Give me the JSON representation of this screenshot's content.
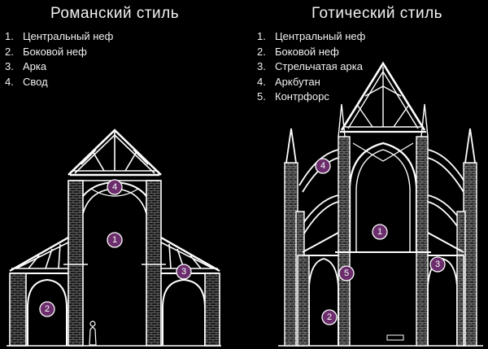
{
  "romanesque": {
    "title": "Романский стиль",
    "legend": [
      {
        "num": "1.",
        "label": "Центральный неф"
      },
      {
        "num": "2.",
        "label": "Боковой неф"
      },
      {
        "num": "3.",
        "label": "Арка"
      },
      {
        "num": "4.",
        "label": "Свод"
      }
    ],
    "callouts": [
      "1",
      "2",
      "3",
      "4"
    ]
  },
  "gothic": {
    "title": "Готический стиль",
    "legend": [
      {
        "num": "1.",
        "label": "Центральный неф"
      },
      {
        "num": "2.",
        "label": "Боковой неф"
      },
      {
        "num": "3.",
        "label": "Стрельчатая арка"
      },
      {
        "num": "4.",
        "label": "Аркбутан"
      },
      {
        "num": "5.",
        "label": "Контрфорс"
      }
    ],
    "callouts": [
      "1",
      "2",
      "3",
      "4",
      "5"
    ]
  },
  "colors": {
    "background": "#000000",
    "line": "#ffffff",
    "masonry": "#9a9a9a",
    "callout_fill": "#6b2d6b",
    "callout_stroke": "#ffffff"
  }
}
